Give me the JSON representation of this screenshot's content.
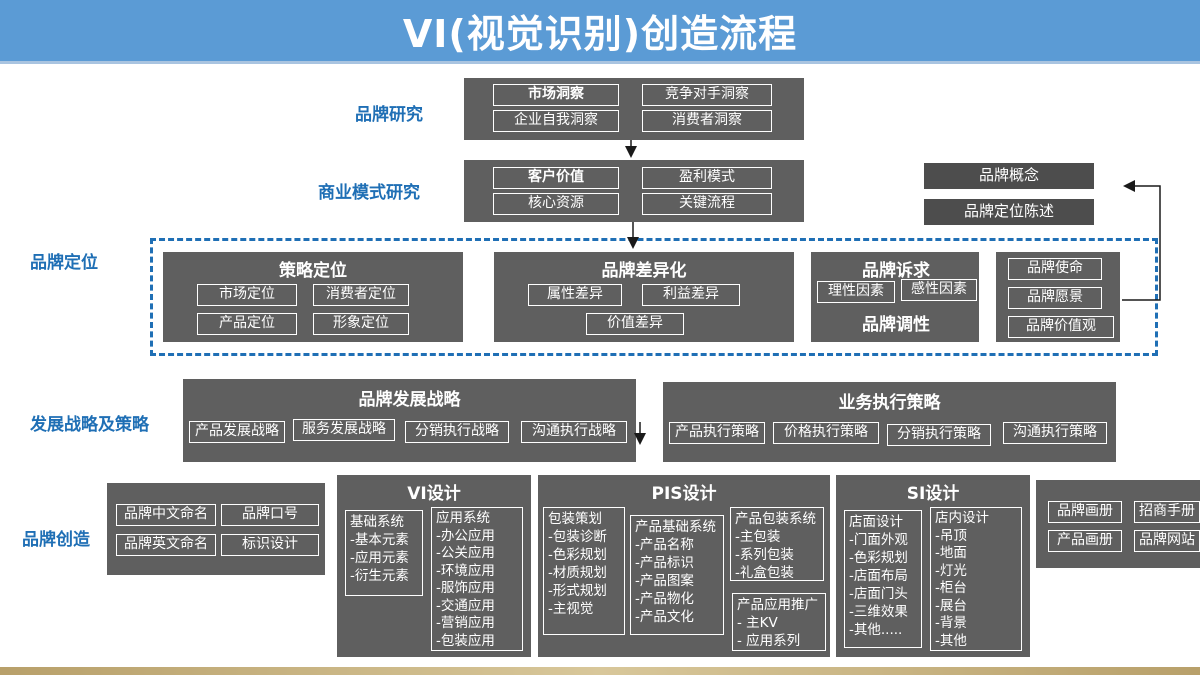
{
  "title": "VI(视觉识别)创造流程",
  "rows": {
    "research": "品牌研究",
    "business": "商业模式研究",
    "positioning": "品牌定位",
    "strategy": "发展战略及策略",
    "creation": "品牌创造"
  },
  "research": {
    "items": [
      "市场洞察",
      "竞争对手洞察",
      "企业自我洞察",
      "消费者洞察"
    ]
  },
  "business": {
    "items": [
      "客户价值",
      "盈利模式",
      "核心资源",
      "关键流程"
    ]
  },
  "concept": {
    "items": [
      "品牌概念",
      "品牌定位陈述"
    ]
  },
  "positioning": {
    "strategy": {
      "title": "策略定位",
      "items": [
        "市场定位",
        "消费者定位",
        "产品定位",
        "形象定位"
      ]
    },
    "differentiation": {
      "title": "品牌差异化",
      "items": [
        "属性差异",
        "利益差异",
        "价值差异"
      ]
    },
    "appeal": {
      "title": "品牌诉求",
      "items": [
        "理性因素",
        "感性因素"
      ],
      "tone": "品牌调性"
    },
    "mission": {
      "items": [
        "品牌使命",
        "品牌愿景",
        "品牌价值观"
      ]
    }
  },
  "development": {
    "brand": {
      "title": "品牌发展战略",
      "items": [
        "产品发展战略",
        "服务发展战略",
        "分销执行战略",
        "沟通执行战略"
      ]
    },
    "business": {
      "title": "业务执行策略",
      "items": [
        "产品执行策略",
        "价格执行策略",
        "分销执行策略",
        "沟通执行策略"
      ]
    }
  },
  "creation": {
    "naming": {
      "items": [
        "品牌中文命名",
        "品牌口号",
        "品牌英文命名",
        "标识设计"
      ]
    },
    "vi": {
      "title": "VI设计",
      "basic": [
        "基础系统",
        "-基本元素",
        "-应用元素",
        "-衍生元素"
      ],
      "application": [
        "应用系统",
        "-办公应用",
        "-公关应用",
        "-环境应用",
        "-服饰应用",
        "-交通应用",
        "-营销应用",
        "-包装应用"
      ]
    },
    "pis": {
      "title": "PIS设计",
      "planning": [
        "包装策划",
        "-包装诊断",
        "-色彩规划",
        "-材质规划",
        "-形式规划",
        "-主视觉"
      ],
      "basic": [
        "产品基础系统",
        "-产品名称",
        "-产品标识",
        "-产品图案",
        "-产品物化",
        "-产品文化"
      ],
      "packaging": [
        "产品包装系统",
        "-主包装",
        "-系列包装",
        "-礼盒包装"
      ],
      "promotion": [
        "产品应用推广",
        "-    主KV",
        "-    应用系列"
      ]
    },
    "si": {
      "title": "SI设计",
      "facade": [
        "店面设计",
        "-门面外观",
        "-色彩规划",
        "-店面布局",
        "-店面门头",
        "-三维效果",
        "-其他....."
      ],
      "interior": [
        "店内设计",
        "-吊顶",
        "-地面",
        "-灯光",
        "-柜台",
        "-展台",
        "-背景",
        "-其他"
      ]
    },
    "collateral": {
      "items": [
        "品牌画册",
        "招商手册",
        "产品画册",
        "品牌网站"
      ]
    }
  }
}
